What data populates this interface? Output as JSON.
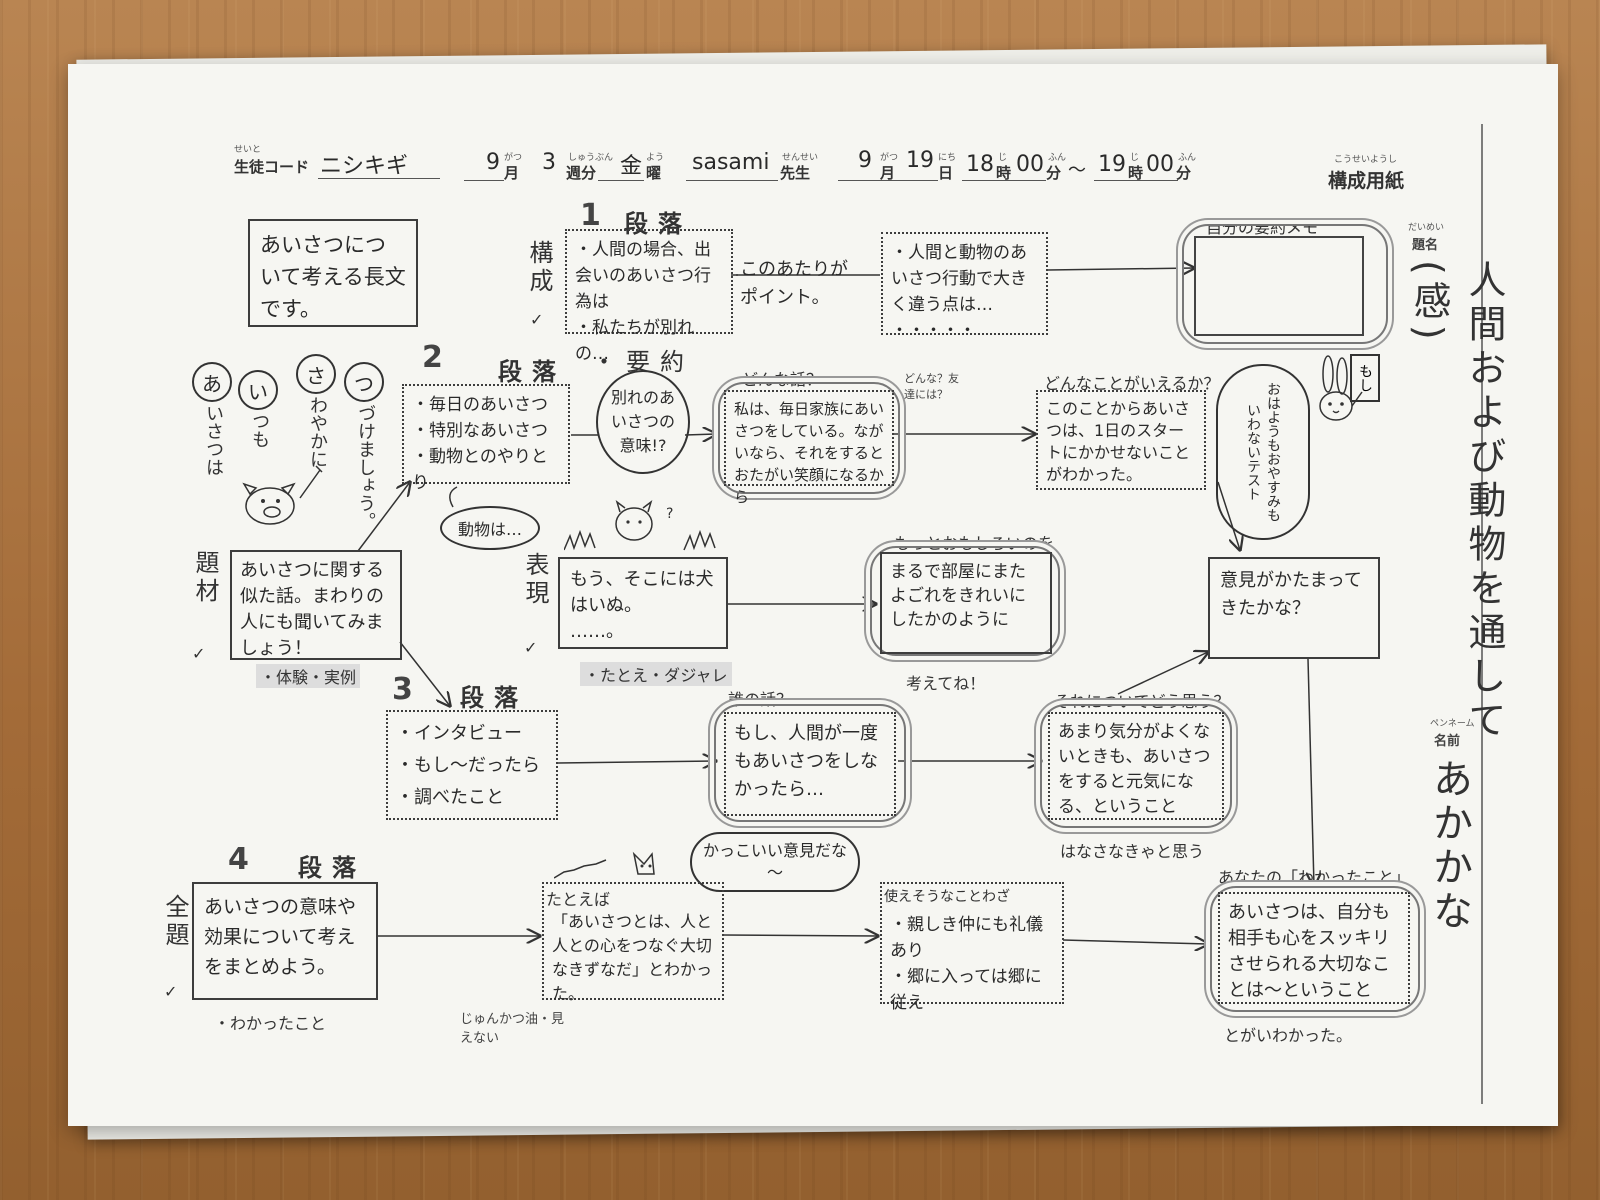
{
  "header": {
    "student_code_ruby": "せいと",
    "student_code_label": "生徒コード",
    "student_code_value": "ニシキギ",
    "month1": "9",
    "month1_ruby": "がつ",
    "month1_label": "月",
    "week": "3",
    "week_ruby": "しゅうぶん",
    "week_label": "週分",
    "weekday": "金",
    "weekday_ruby": "よう",
    "weekday_label": "曜",
    "teacher": "sasami",
    "teacher_ruby": "せんせい",
    "teacher_label": "先生",
    "month2": "9",
    "month2_ruby": "がつ",
    "month2_label": "月",
    "day": "19",
    "day_ruby": "にち",
    "day_label": "日",
    "start_hour": "18",
    "start_hour_ruby": "じ",
    "hour_label": "時",
    "start_min": "00",
    "start_min_ruby": "ふん",
    "min_label": "分",
    "tilde": "～",
    "end_hour": "19",
    "end_hour_ruby": "じ",
    "end_min": "00",
    "end_min_ruby": "ふん",
    "sheet_title_ruby": "こうせいようし",
    "sheet_title": "構成用紙"
  },
  "side": {
    "title_ruby": "だいめい",
    "title_label": "題名",
    "title_value": "人間および動物を通して(感)",
    "penname_ruby": "ペンネーム",
    "name_label": "名前",
    "name_value": "あかかな"
  },
  "intro_box": "あいさつについて考える長文です。",
  "aisatsu": {
    "chars": [
      "あ",
      "い",
      "さ",
      "つ"
    ],
    "a_text": "いさつは",
    "i_text": "つも",
    "sa_text": "わやかに",
    "tsu_text": "づけましょう。"
  },
  "p1": {
    "num": "1",
    "title": "段落",
    "side_label": "構成",
    "box1": "・人間の場合、出会いのあいさつ行為は\n・私たちが別れの…",
    "box2": "このあたりがポイント。",
    "box3": "・人間と動物のあいさつ行動で大きく違う点は…\n・・・・・",
    "memo_label": "自分の要約メモ"
  },
  "p2": {
    "num": "2",
    "title": "段落",
    "summary_label": "・要約",
    "box1": "・毎日のあいさつ\n・特別なあいさつ\n・動物とのやりとり",
    "bubble_parting": "別れのあいさつの意味!?",
    "q_label": "どんな話？",
    "q_small": "どんな？友達には？",
    "box2": "私は、毎日家族にあいさつをしている。ながいなら、それをするとおたがい笑顔になるから",
    "q2_label": "どんなことがいえるか？",
    "box3": "このことからあいさつは、1日のスタートにかかせないことがわかった。",
    "rabbit_bubble": "おはようもおやすみもいわないテスト",
    "rabbit_sign": "もし",
    "animals_bubble": "動物は…"
  },
  "theme": {
    "label": "題材",
    "box": "あいさつに関する似た話。まわりの人にも聞いてみましょう！",
    "note": "・体験・実例"
  },
  "expression": {
    "label": "表現",
    "box": "もう、そこには犬はいぬ。\n……。",
    "note": "・たとえ・ダジャレ",
    "cloud_label": "もっとおもしろいのを",
    "cloud_box": "まるで部屋にまたよごれをきれいにしたかのように",
    "cloud_note": "考えてね！",
    "opinion_box": "意見がかたまってきたかな？"
  },
  "p3": {
    "num": "3",
    "title": "段落",
    "box1": "・インタビュー\n・もし～だったら\n・調べたこと",
    "q_label": "誰の話？",
    "box2": "もし、人間が一度もあいさつをしなかったら…",
    "q2_label": "それについてどう思う？",
    "box3": "あまり気分がよくないときも、あいさつをすると元気になる、ということ",
    "box3_tail": "はなさなきゃと思う"
  },
  "p4": {
    "num": "4",
    "title": "段落",
    "side_label": "全題",
    "box1": "あいさつの意味や効果について考えをまとめよう。",
    "note": "・わかったこと",
    "cool_bubble": "かっこいい意見だな～",
    "ex_label": "たとえば",
    "box2": "「あいさつとは、人と人との心をつなぐ大切なきずなだ」とわかった。",
    "smooth_note": "じゅんかつ油・見えない",
    "useful_label": "使えそうなことわざ",
    "box3": "・親しき仲にも礼儀あり\n・郷に入っては郷に従え",
    "result_label": "あなたの「わかったこと」",
    "box4": "あいさつは、自分も相手も心をスッキリさせられる大切なことは～ということ",
    "box4_tail": "とがいわかった。"
  }
}
